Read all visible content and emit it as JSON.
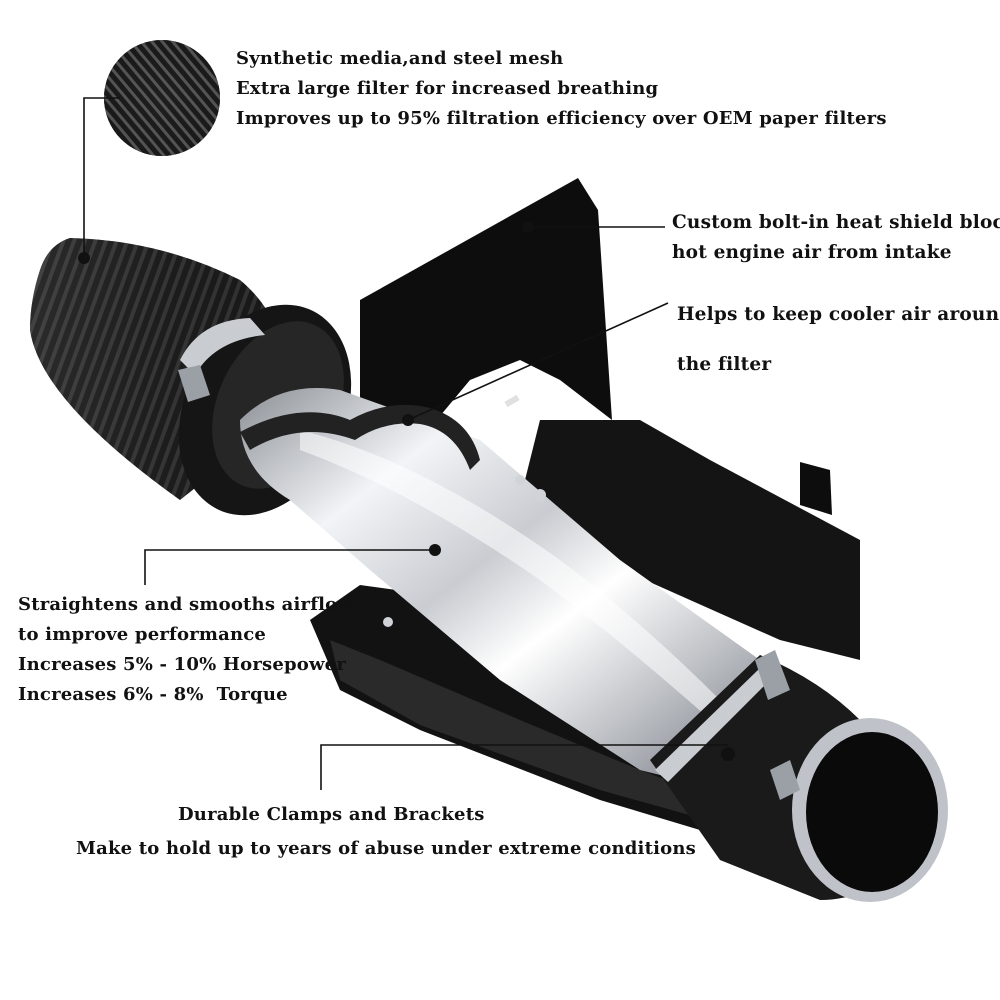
{
  "callouts": {
    "filter": {
      "line1": "Synthetic media,and steel mesh",
      "line2": "Extra large filter for increased breathing",
      "line3": "Improves up to 95% filtration efficiency over OEM paper filters"
    },
    "heat_shield": {
      "line1": "Custom bolt-in heat shield blocks",
      "line2": "hot engine air from intake"
    },
    "cooler_air": {
      "line1": "Helps to keep cooler air around",
      "line2": "the filter"
    },
    "airflow": {
      "line1": "Straightens and smooths airflow",
      "line2": "to improve performance",
      "line3": "Increases 5% - 10% Horsepower",
      "line4": "Increases 6% - 8%  Torque"
    },
    "clamps": {
      "line1": "Durable Clamps and Brackets",
      "line2": "Make to hold up to years of abuse under extreme conditions"
    }
  },
  "colors": {
    "background": "#ffffff",
    "text": "#111111",
    "filter_black": "#1c1c1c",
    "shield_black": "#0d0d0d",
    "chrome_light": "#f2f4f7",
    "chrome_dark": "#8c9096"
  }
}
